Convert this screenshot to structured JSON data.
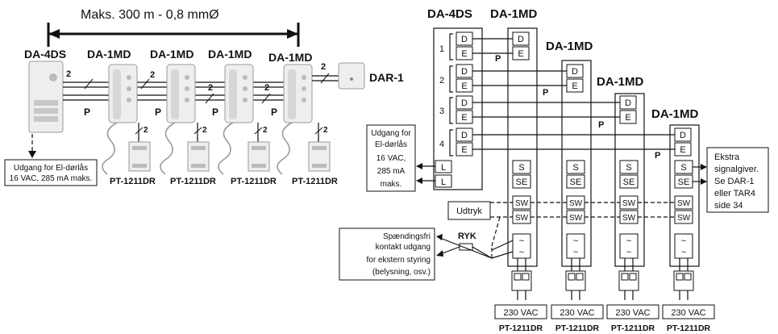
{
  "left": {
    "dimension": "Maks. 300 m - 0,8 mmØ",
    "panel_label": "DA-4DS",
    "phone_labels": [
      "DA-1MD",
      "DA-1MD",
      "DA-1MD",
      "DA-1MD"
    ],
    "dar_label": "DAR-1",
    "psu_labels": [
      "PT-1211DR",
      "PT-1211DR",
      "PT-1211DR",
      "PT-1211DR"
    ],
    "wire_2": "2",
    "wire_p": "P",
    "lock_note": [
      "Udgang for El-dørlås",
      "16 VAC, 285 mA maks."
    ]
  },
  "right": {
    "top_title_left": "DA-4DS",
    "top_title_right": "DA-1MD",
    "md_labels": [
      "DA-1MD",
      "DA-1MD",
      "DA-1MD"
    ],
    "rows": [
      "1",
      "2",
      "3",
      "4"
    ],
    "term_d": "D",
    "term_e": "E",
    "term_l": "L",
    "term_s": "S",
    "term_se": "SE",
    "term_sw": "SW",
    "term_ac": "~",
    "wire_p": "P",
    "lock_note": [
      "Udgang for",
      "El-dørlås",
      "16 VAC,",
      "285 mA",
      "maks."
    ],
    "udtryk": "Udtryk",
    "ryk": "RYK",
    "contact_note": [
      "Spændingsfri",
      "kontakt udgang",
      "for ekstern styring",
      "(belysning, osv.)"
    ],
    "extra_note": [
      "Ekstra",
      "signalgiver.",
      "Se DAR-1",
      "eller TAR4",
      "side 34"
    ],
    "vac_labels": [
      "230 VAC",
      "230 VAC",
      "230 VAC",
      "230 VAC"
    ],
    "psu_labels": [
      "PT-1211DR",
      "PT-1211DR",
      "PT-1211DR",
      "PT-1211DR"
    ]
  }
}
